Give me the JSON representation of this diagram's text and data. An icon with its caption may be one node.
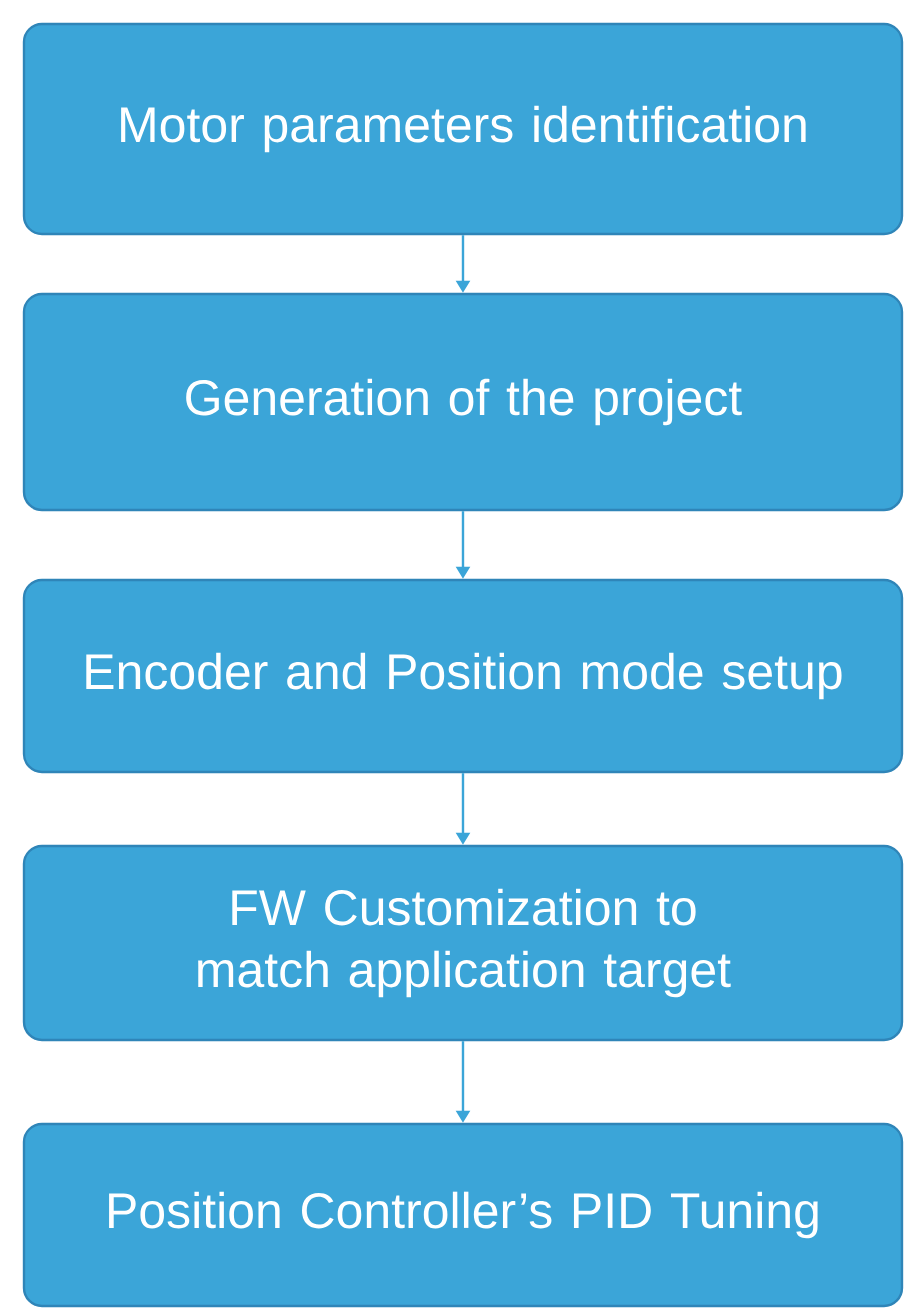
{
  "diagram": {
    "nodes": [
      {
        "text": [
          "Motor parameters identification"
        ]
      },
      {
        "text": [
          "Generation of the project"
        ]
      },
      {
        "text": [
          "Encoder and Position mode setup"
        ]
      },
      {
        "text": [
          "FW Customization to match application target"
        ]
      },
      {
        "text": [
          "Position Controller’s PID Tuning"
        ]
      }
    ],
    "edges": [
      {
        "from": 0,
        "to": 1,
        "arrow": "to"
      },
      {
        "from": 1,
        "to": 2,
        "arrow": "to"
      },
      {
        "from": 2,
        "to": 3,
        "arrow": "to"
      },
      {
        "from": 3,
        "to": 4,
        "arrow": "to"
      }
    ]
  }
}
